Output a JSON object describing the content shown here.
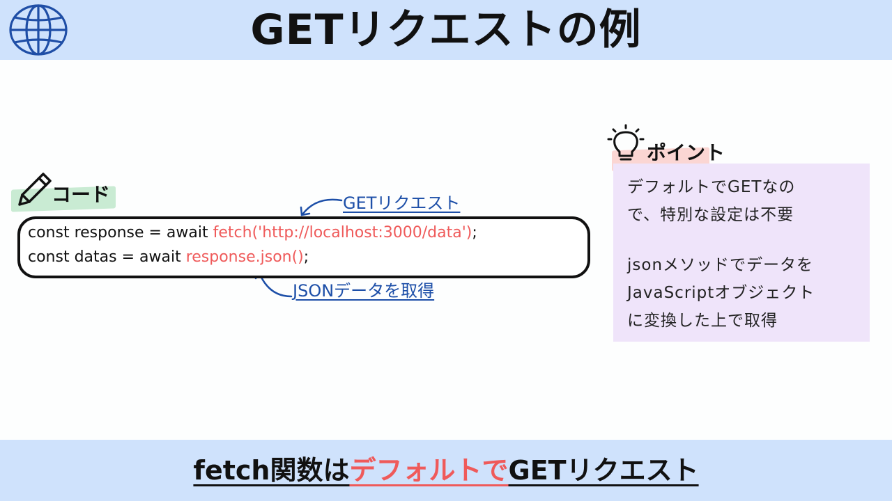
{
  "header": {
    "title": "GETリクエストの例",
    "icon": "globe-icon"
  },
  "code_section": {
    "label": "コード",
    "icon": "pencil-icon",
    "lines": [
      {
        "plain": "const response = await ",
        "highlight": "fetch('http://localhost:3000/data')",
        "tail": ";"
      },
      {
        "plain": "const datas = await ",
        "highlight": "response.json()",
        "tail": ";"
      }
    ],
    "annotations": {
      "top": "GETリクエスト",
      "bottom": "JSONデータを取得"
    }
  },
  "point_section": {
    "label": "ポイント",
    "icon": "lightbulb-icon",
    "paragraphs": [
      [
        "デフォルトでGETなの",
        "で、特別な設定は不要"
      ],
      [
        "jsonメソッドでデータを",
        "JavaScriptオブジェクト",
        "に変換した上で取得"
      ]
    ]
  },
  "footer": {
    "before": "fetch関数は",
    "highlight": "デフォルトで",
    "after": "GETリクエスト"
  },
  "colors": {
    "header_bg": "#cfe2fc",
    "accent_red": "#ef5a5a",
    "annotation_blue": "#1d4fa8",
    "point_bg": "#efe4fa"
  }
}
